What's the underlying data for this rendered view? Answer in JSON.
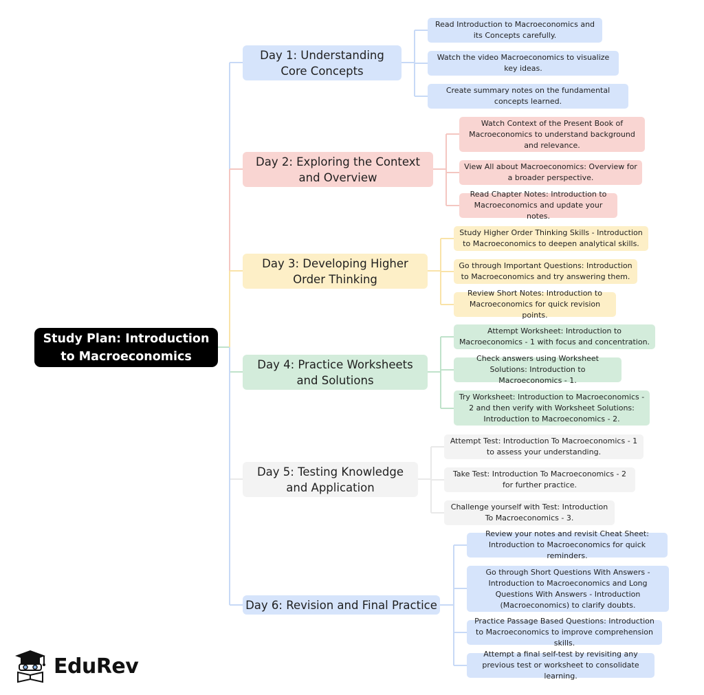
{
  "root": {
    "label": "Study Plan: Introduction to Macroeconomics"
  },
  "days": [
    {
      "label": "Day 1: Understanding Core Concepts",
      "color": "#d6e4fb",
      "line_color": "#c7d9f6",
      "tasks": [
        "Read Introduction to Macroeconomics and its Concepts carefully.",
        "Watch the video Macroeconomics to visualize key ideas.",
        "Create summary notes on the fundamental concepts learned."
      ]
    },
    {
      "label": "Day 2: Exploring the Context and Overview",
      "color": "#f9d5d2",
      "line_color": "#f4c6c1",
      "tasks": [
        "Watch Context of the Present Book of Macroeconomics to understand background and relevance.",
        "View All about Macroeconomics: Overview for a broader perspective.",
        "Read Chapter Notes: Introduction to Macroeconomics and update your notes."
      ]
    },
    {
      "label": "Day 3: Developing Higher Order Thinking",
      "color": "#fdefc7",
      "line_color": "#f9e3a8",
      "tasks": [
        "Study Higher Order Thinking Skills - Introduction to Macroeconomics to deepen analytical skills.",
        "Go through Important Questions: Introduction to Macroeconomics and try answering them.",
        "Review Short Notes: Introduction to Macroeconomics for quick revision points."
      ]
    },
    {
      "label": "Day 4: Practice Worksheets and Solutions",
      "color": "#d3ecdb",
      "line_color": "#bfe2ca",
      "tasks": [
        "Attempt Worksheet: Introduction to Macroeconomics - 1 with focus and concentration.",
        "Check answers using Worksheet Solutions: Introduction to Macroeconomics - 1.",
        "Try Worksheet: Introduction to Macroeconomics - 2 and then verify with Worksheet Solutions: Introduction to Macroeconomics - 2."
      ]
    },
    {
      "label": "Day 5: Testing Knowledge and Application",
      "color": "#f3f3f3",
      "line_color": "#e9e9e9",
      "tasks": [
        "Attempt Test: Introduction To Macroeconomics - 1 to assess your understanding.",
        "Take Test: Introduction To Macroeconomics - 2 for further practice.",
        "Challenge yourself with Test: Introduction To Macroeconomics - 3."
      ]
    },
    {
      "label": "Day 6: Revision and Final Practice",
      "color": "#d6e4fb",
      "line_color": "#c7d9f6",
      "tasks": [
        "Review your notes and revisit Cheat Sheet: Introduction to Macroeconomics for quick reminders.",
        "Go through Short Questions With Answers - Introduction to Macroeconomics and Long Questions With Answers - Introduction (Macroeconomics) to clarify doubts.",
        "Practice Passage Based Questions: Introduction to Macroeconomics to improve comprehension skills.",
        "Attempt a final self-test by revisiting any previous test or worksheet to consolidate learning."
      ]
    }
  ],
  "brand": {
    "name": "EduRev",
    "icon": "graduation-cap-reader-icon"
  }
}
